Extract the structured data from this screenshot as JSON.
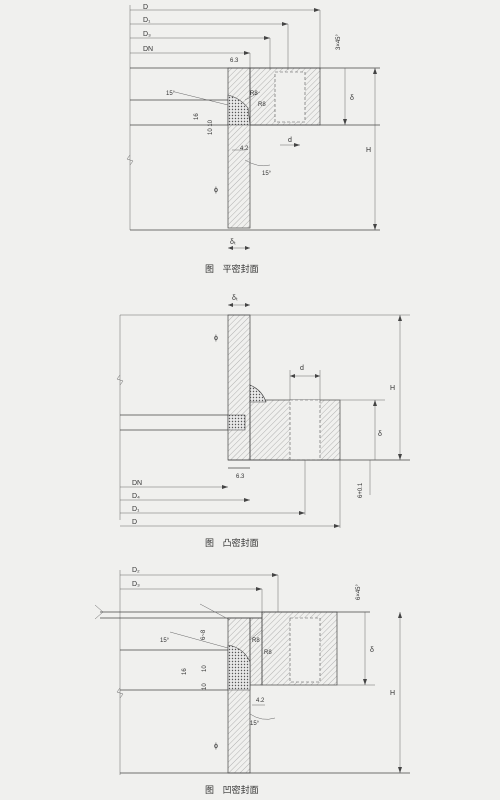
{
  "figure1": {
    "caption_prefix": "图",
    "caption": "平密封面",
    "dims": {
      "D": "D",
      "D1": "D₁",
      "D3": "D₃",
      "DN": "DN"
    },
    "chamfer": "3×45°",
    "roughness": "6.3",
    "angle": "15°",
    "angle2": "15°",
    "r1": "R8",
    "r2": "R8",
    "v16": "16",
    "v1010": "10 10",
    "v2": "4.2",
    "d": "d",
    "delta": "δ",
    "H": "H",
    "delta_t": "δₜ",
    "phi": "ϕ"
  },
  "figure2": {
    "caption_prefix": "图",
    "caption": "凸密封面",
    "dims": {
      "DN": "DN",
      "D4": "D₄",
      "D1": "D₁",
      "D": "D"
    },
    "delta_t": "δₜ",
    "d": "d",
    "H": "H",
    "delta": "δ",
    "roughness": "6.3",
    "height": "6+0.1",
    "phi": "ϕ"
  },
  "figure3": {
    "caption_prefix": "图",
    "caption": "凹密封面",
    "dims": {
      "D2": "D₂",
      "D3": "D₃"
    },
    "chamfer": "6×45°",
    "angle": "15°",
    "angle2": "15°",
    "range": "6~8",
    "r1": "R8",
    "r2": "R8",
    "v16": "16",
    "v10a": "10",
    "v10b": "10",
    "v2": "4.2",
    "delta": "δ",
    "H": "H",
    "phi": "ϕ"
  }
}
